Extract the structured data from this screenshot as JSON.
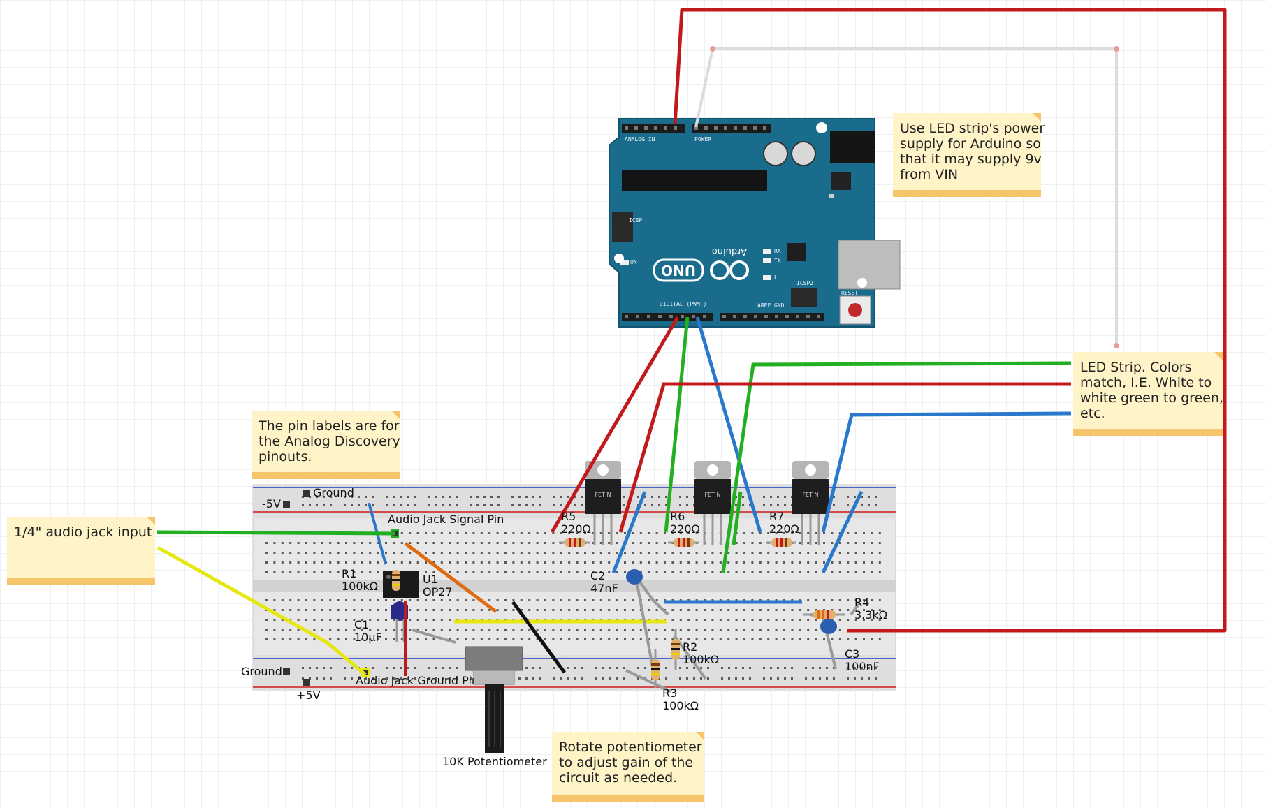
{
  "notes": {
    "arduino_power": [
      "Use LED strip's power",
      "supply for Arduino so",
      "that it may supply 9v",
      "from VIN"
    ],
    "led_strip": [
      "LED Strip. Colors",
      "match, I.E. White to",
      "white green to green,",
      "etc."
    ],
    "pin_labels": [
      "The pin labels are for",
      "the Analog Discovery",
      "pinouts."
    ],
    "audio_input": [
      "1/4\" audio jack input"
    ],
    "potentiometer": [
      "Rotate potentiometer",
      "to adjust gain of the",
      "circuit as needed."
    ]
  },
  "labels": {
    "ground_top": "Ground",
    "neg5v": "-5V",
    "ground_bottom": "Ground",
    "pos5v": "+5V",
    "audio_signal": "Audio Jack Signal Pin",
    "audio_ground": "Audio Jack Ground Pin",
    "pot": "10K Potentiometer"
  },
  "components": {
    "r1": {
      "name": "R1",
      "value": "100kΩ"
    },
    "u1": {
      "name": "U1",
      "value": "OP27"
    },
    "c1": {
      "name": "C1",
      "value": "10µF"
    },
    "r5": {
      "name": "R5",
      "value": "220Ω"
    },
    "r6": {
      "name": "R6",
      "value": "220Ω"
    },
    "r7": {
      "name": "R7",
      "value": "220Ω"
    },
    "c2": {
      "name": "C2",
      "value": "47nF"
    },
    "r2": {
      "name": "R2",
      "value": "100kΩ"
    },
    "r3": {
      "name": "R3",
      "value": "100kΩ"
    },
    "r4": {
      "name": "R4",
      "value": "3.3kΩ"
    },
    "c3": {
      "name": "C3",
      "value": "100nF"
    }
  },
  "arduino": {
    "logo": "UNO",
    "brand": "Arduino",
    "header_analog": "ANALOG IN",
    "header_power": "POWER",
    "header_digital": "DIGITAL (PWM~)",
    "icsp": "ICSP",
    "icsp2": "ICSP2",
    "reset": "RESET",
    "on": "ON",
    "tx": "TX",
    "rx": "RX",
    "l": "L",
    "aref": "AREF",
    "gnd": "GND"
  },
  "mosfet_label": "FET N",
  "colors": {
    "red": "#c21a1a",
    "green": "#22b022",
    "blue": "#2a78cc",
    "white": "#e0e0e0",
    "yellow": "#e6e610",
    "orange": "#e06a10",
    "black": "#111111",
    "gray": "#9a9a9a",
    "note_bg": "#fff3c8",
    "note_bar": "#f6c46a",
    "arduino_blue": "#1a6c8c"
  }
}
